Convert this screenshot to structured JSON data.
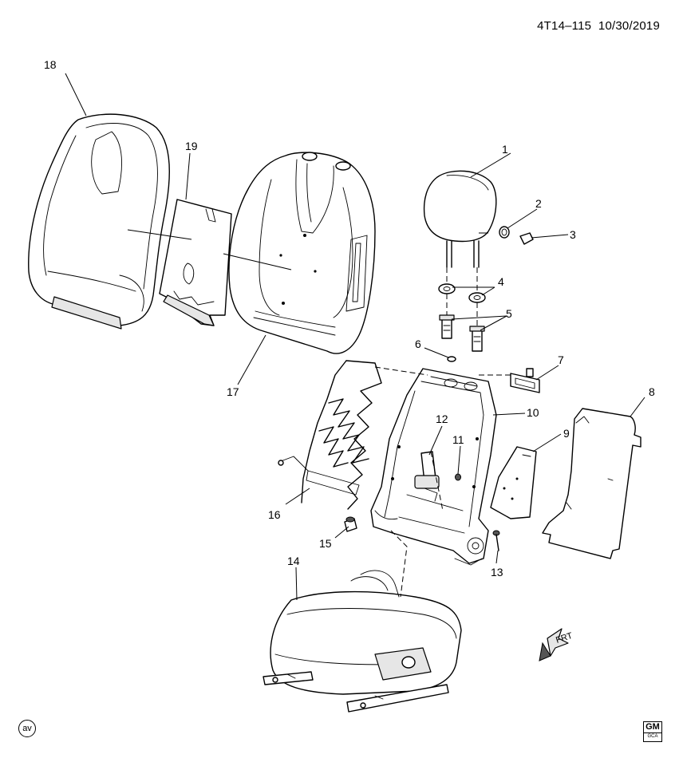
{
  "header": {
    "diagram_id": "4T14–115",
    "date": "10/30/2019"
  },
  "callouts": [
    "1",
    "2",
    "3",
    "4",
    "5",
    "6",
    "7",
    "8",
    "9",
    "10",
    "11",
    "12",
    "13",
    "14",
    "15",
    "16",
    "17",
    "18",
    "19"
  ],
  "direction_label": "FRT",
  "footer": {
    "left_badge": "av",
    "logo_top": "GM",
    "logo_bottom": "GCA"
  }
}
